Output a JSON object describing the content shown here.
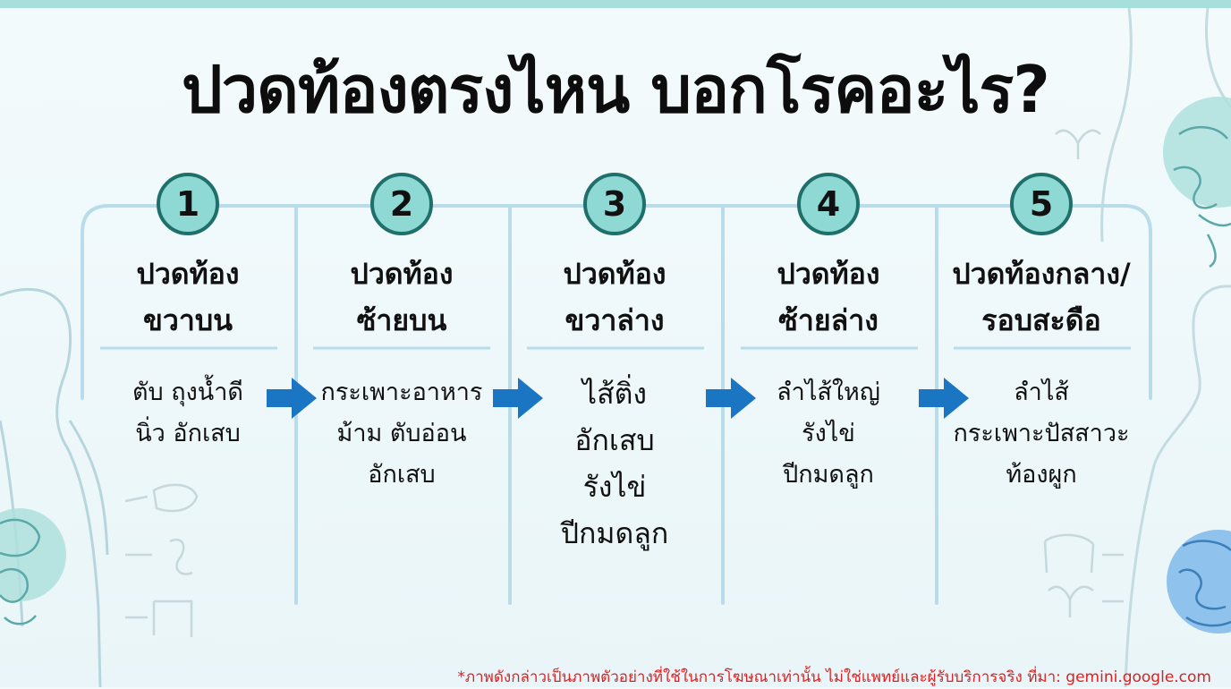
{
  "title": "ปวดท้องตรงไหน บอกโรคอะไร?",
  "colors": {
    "accent": "#8fd9d5",
    "accent_dark": "#1f6f6b",
    "arrow": "#1a75c2",
    "footnote": "#e02020"
  },
  "columns": [
    {
      "number": "1",
      "heading": [
        "ปวดท้อง",
        "ขวาบน"
      ],
      "diseases": [
        "ตับ ถุงน้ำดี",
        "นิ่ว อักเสบ"
      ]
    },
    {
      "number": "2",
      "heading": [
        "ปวดท้อง",
        "ซ้ายบน"
      ],
      "diseases": [
        "กระเพาะอาหาร",
        "ม้าม ตับอ่อน",
        "อักเสบ"
      ]
    },
    {
      "number": "3",
      "heading": [
        "ปวดท้อง",
        "ขวาล่าง"
      ],
      "diseases": [
        "ไส้ติ่ง",
        "อักเสบ",
        "รังไข่",
        "ปีกมดลูก"
      ]
    },
    {
      "number": "4",
      "heading": [
        "ปวดท้อง",
        "ซ้ายล่าง"
      ],
      "diseases": [
        "ลำไส้ใหญ่",
        "รังไข่",
        "ปีกมดลูก"
      ]
    },
    {
      "number": "5",
      "heading": [
        "ปวดท้องกลาง/",
        "รอบสะดือ"
      ],
      "diseases": [
        "ลำไส้",
        "กระเพาะปัสสาวะ",
        "ท้องผูก"
      ]
    }
  ],
  "footnote": "*ภาพดังกล่าวเป็นภาพตัวอย่างที่ใช้ในการโฆษณาเท่านั้น ไม่ใช่แพทย์และผู้รับบริการจริง ที่มา: gemini.google.com"
}
